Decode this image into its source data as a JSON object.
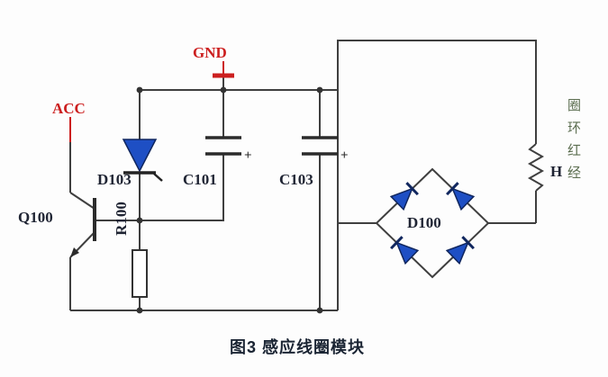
{
  "figure": {
    "caption": "图3 感应线圈模块"
  },
  "labels": {
    "power": "ACC",
    "ground": "GND",
    "diode": "D103",
    "cap1": "C101",
    "cap1_polarity": "+",
    "cap2": "C103",
    "cap2_polarity": "+",
    "transistor": "Q100",
    "resistor": "R100",
    "bridge": "D100",
    "coil": "H",
    "coil_note": [
      "圈",
      "环",
      "红",
      "经"
    ]
  },
  "colors": {
    "wire": "#3f3f3f",
    "diode_blue": "#1e4fc4",
    "label_red": "#cc1f1f",
    "component_text": "#1f2433",
    "coil_note_green": "#5c6e50"
  }
}
